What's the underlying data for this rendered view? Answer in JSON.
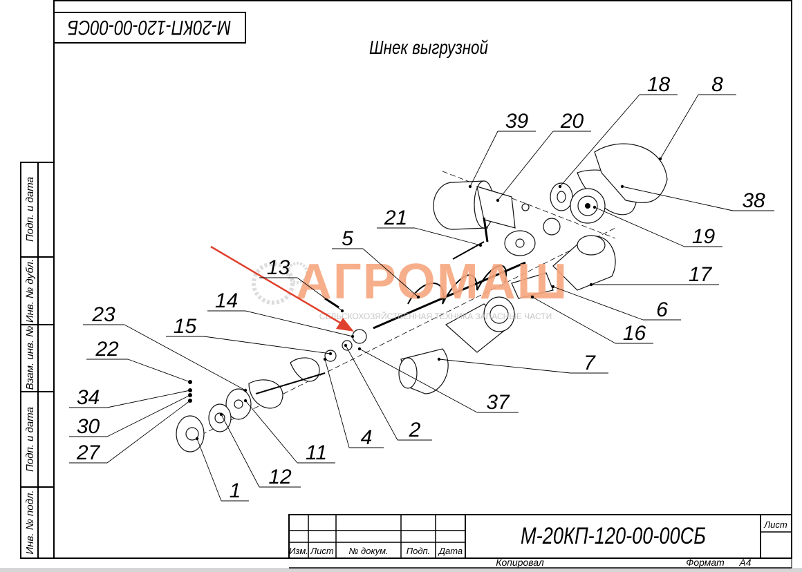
{
  "drawing": {
    "mirrored_code": "М-20КП-120-00-00СБ",
    "title": "Шнек выгрузной",
    "callouts": [
      "39",
      "20",
      "18",
      "8",
      "38",
      "19",
      "17",
      "6",
      "16",
      "7",
      "37",
      "2",
      "4",
      "11",
      "12",
      "1",
      "27",
      "30",
      "34",
      "22",
      "23",
      "15",
      "14",
      "13",
      "5",
      "21"
    ]
  },
  "side_stamp": [
    "Подп. и дата",
    "Инв. № дубл.",
    "Взам. инв. №",
    "Подп. и дата",
    "Инв. № подл."
  ],
  "title_block": {
    "headers": [
      "Изм.",
      "Лист",
      "№ докум.",
      "Подп.",
      "Дата"
    ],
    "designation": "М-20КП-120-00-00СБ",
    "sheet_label": "Лист",
    "copied": "Копировал",
    "format_label": "Формат",
    "format_value": "A4"
  },
  "watermark": {
    "brand": "АГРОМАШ",
    "tagline": "СЕЛЬСКОХОЗЯЙСТВЕННАЯ ТЕХНИКА ЗАПАСНЫЕ ЧАСТИ"
  },
  "colors": {
    "arrow": "#e0402e",
    "watermark": "#f7a77f"
  }
}
